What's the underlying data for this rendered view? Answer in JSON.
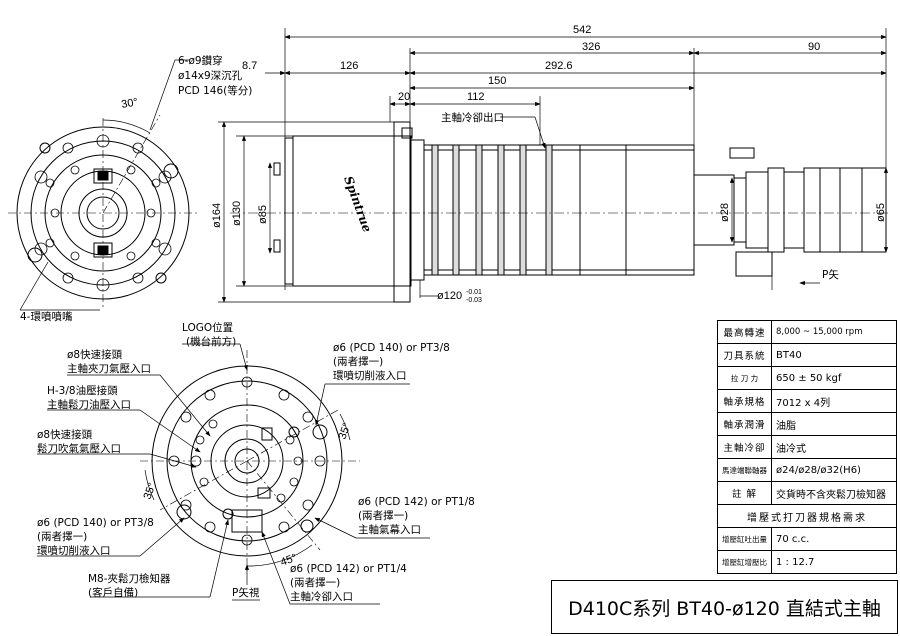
{
  "dims": {
    "d542": "542",
    "d326": "326",
    "d90": "90",
    "d126": "126",
    "d292": "292.6",
    "d150": "150",
    "d112": "112",
    "d20": "20",
    "d87": "8.7",
    "d164": "ø164",
    "d130": "ø130",
    "d85": "ø85",
    "d28": "ø28",
    "d65": "ø65",
    "d120": "ø120",
    "tol_up": "-0.01",
    "tol_dn": "-0.03",
    "ang30": "30°",
    "ang35a": "35°",
    "ang35b": "35°",
    "ang45": "45°"
  },
  "labels": {
    "bolt1": "6-ø9鑽穿",
    "bolt2": "ø14x9深沉孔",
    "bolt3": "PCD 146(等分)",
    "nozzle": "4-環噴噴嘴",
    "coolant_out": "主軸冷卻出口",
    "p_arrow": "P矢",
    "logo": "Spintrue",
    "logo_pos1": "LOGO位置",
    "logo_pos2": "(機台前方)",
    "q8a1": "ø8快速接頭",
    "q8a2": "主軸夾刀氣壓入口",
    "h38a": "H-3/8油壓接頭",
    "h38b": "主軸鬆刀油壓入口",
    "q8b1": "ø8快速接頭",
    "q8b2": "鬆刀吹氣氣壓入口",
    "r1a": "ø6 (PCD 140) or PT3/8",
    "r1b": "(兩者擇一)",
    "r1c": "環噴切削液入口",
    "r2a": "ø6 (PCD 142) or PT1/8",
    "r2b": "(兩者擇一)",
    "r2c": "主軸氣幕入口",
    "l1a": "ø6 (PCD 140) or PT3/8",
    "l1b": "(兩者擇一)",
    "l1c": "環噴切削液入口",
    "m8a": "M8-夾鬆刀檢知器",
    "m8b": "(客戶自備)",
    "b2a": "ø6 (PCD 142) or PT1/4",
    "b2b": "(兩者擇一)",
    "b2c": "主軸冷卻入口",
    "pview": "P矢視"
  },
  "specs": [
    {
      "k": "最高轉速",
      "v": "8,000 ~ 15,000 rpm"
    },
    {
      "k": "刀具系統",
      "v": "BT40"
    },
    {
      "k": "拉 刀 力",
      "v": "650 ± 50 kgf"
    },
    {
      "k": "軸承規格",
      "v": "7012 x 4列"
    },
    {
      "k": "軸承潤滑",
      "v": "油脂"
    },
    {
      "k": "主軸冷卻",
      "v": "油冷式"
    },
    {
      "k": "馬達端聯軸器",
      "v": "ø24/ø28/ø32(H6)"
    },
    {
      "k": "註 解",
      "v": "交貨時不含夾鬆刀檢知器"
    }
  ],
  "spec_header": "增壓式打刀器規格需求",
  "specs2": [
    {
      "k": "增壓缸吐出量",
      "v": "70 c.c."
    },
    {
      "k": "增壓缸增壓比",
      "v": "1 : 12.7"
    }
  ],
  "title": "D410C系列 BT40-ø120 直結式主軸"
}
